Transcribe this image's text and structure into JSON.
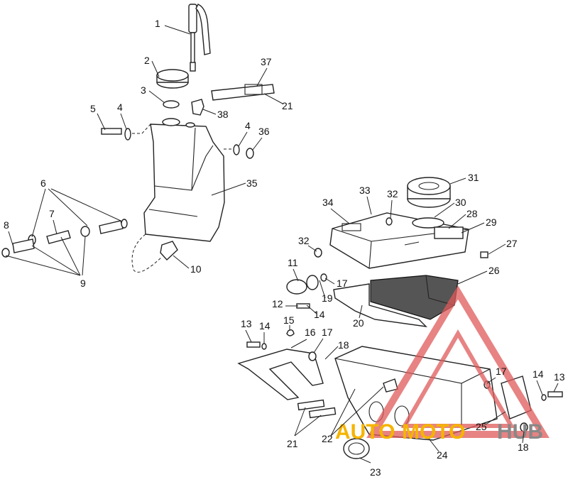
{
  "callouts": [
    {
      "id": "c1",
      "text": "1"
    },
    {
      "id": "c2",
      "text": "2"
    },
    {
      "id": "c3",
      "text": "3"
    },
    {
      "id": "c5",
      "text": "5"
    },
    {
      "id": "c4a",
      "text": "4"
    },
    {
      "id": "c37",
      "text": "37"
    },
    {
      "id": "c21a",
      "text": "21"
    },
    {
      "id": "c38",
      "text": "38"
    },
    {
      "id": "c4b",
      "text": "4"
    },
    {
      "id": "c36",
      "text": "36"
    },
    {
      "id": "c35",
      "text": "35"
    },
    {
      "id": "c6",
      "text": "6"
    },
    {
      "id": "c7",
      "text": "7"
    },
    {
      "id": "c8",
      "text": "8"
    },
    {
      "id": "c9",
      "text": "9"
    },
    {
      "id": "c10",
      "text": "10"
    },
    {
      "id": "c31",
      "text": "31"
    },
    {
      "id": "c33",
      "text": "33"
    },
    {
      "id": "c32a",
      "text": "32"
    },
    {
      "id": "c34",
      "text": "34"
    },
    {
      "id": "c30",
      "text": "30"
    },
    {
      "id": "c28",
      "text": "28"
    },
    {
      "id": "c29",
      "text": "29"
    },
    {
      "id": "c32b",
      "text": "32"
    },
    {
      "id": "c27",
      "text": "27"
    },
    {
      "id": "c11",
      "text": "11"
    },
    {
      "id": "c17a",
      "text": "17"
    },
    {
      "id": "c26",
      "text": "26"
    },
    {
      "id": "c19",
      "text": "19"
    },
    {
      "id": "c12",
      "text": "12"
    },
    {
      "id": "c14a",
      "text": "14"
    },
    {
      "id": "c20",
      "text": "20"
    },
    {
      "id": "c15",
      "text": "15"
    },
    {
      "id": "c13a",
      "text": "13"
    },
    {
      "id": "c14b",
      "text": "14"
    },
    {
      "id": "c16",
      "text": "16"
    },
    {
      "id": "c17b",
      "text": "17"
    },
    {
      "id": "c18a",
      "text": "18"
    },
    {
      "id": "c17c",
      "text": "17"
    },
    {
      "id": "c14c",
      "text": "14"
    },
    {
      "id": "c13b",
      "text": "13"
    },
    {
      "id": "c25",
      "text": "25"
    },
    {
      "id": "c18b",
      "text": "18"
    },
    {
      "id": "c21b",
      "text": "21"
    },
    {
      "id": "c22",
      "text": "22"
    },
    {
      "id": "c24",
      "text": "24"
    },
    {
      "id": "c23",
      "text": "23"
    }
  ],
  "watermark": {
    "text_auto": "AUTO",
    "text_moto": "MOTO",
    "text_hub": "HUB",
    "color_logo": "#e05a5a",
    "color_auto": "#f5b400",
    "color_hub": "#888888"
  }
}
